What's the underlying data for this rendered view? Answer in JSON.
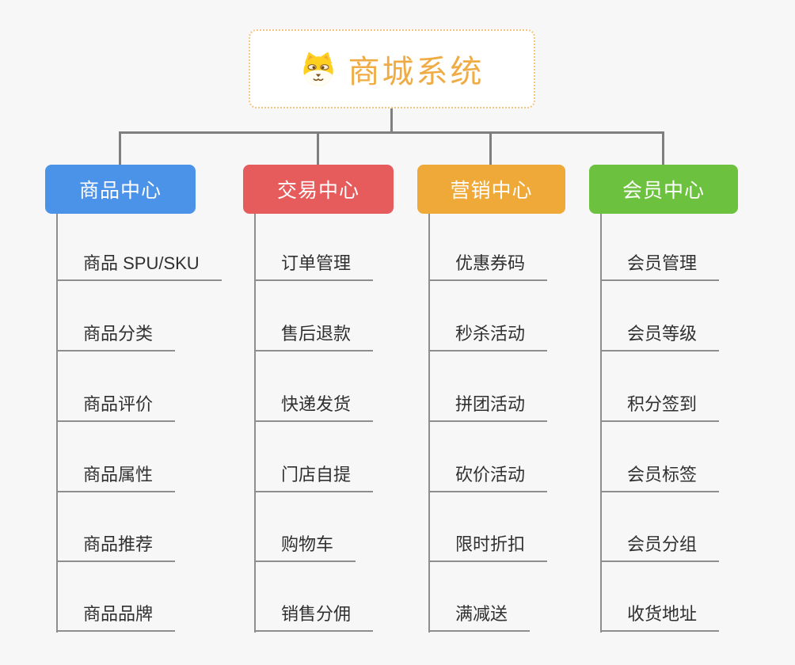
{
  "colors": {
    "background": "#f7f7f7",
    "connector": "#7f7f7f",
    "child_line": "#8e8e8e",
    "leaf_text": "#303030",
    "root_text": "#F0AC44",
    "root_border": "#F3C581",
    "branch_blue": "#4B93E8",
    "branch_red": "#E65C5C",
    "branch_orange": "#EFA938",
    "branch_green": "#6CC13F"
  },
  "root": {
    "title": "商城系统",
    "icon": "dog-face-icon",
    "text_color": "#F0AC44",
    "border_color": "#F3C581",
    "background": "#ffffff"
  },
  "branches": [
    {
      "label": "商品中心",
      "color": "#4B93E8",
      "children": [
        "商品 SPU/SKU",
        "商品分类",
        "商品评价",
        "商品属性",
        "商品推荐",
        "商品品牌"
      ]
    },
    {
      "label": "交易中心",
      "color": "#E65C5C",
      "children": [
        "订单管理",
        "售后退款",
        "快递发货",
        "门店自提",
        "购物车",
        "销售分佣"
      ]
    },
    {
      "label": "营销中心",
      "color": "#EFA938",
      "children": [
        "优惠券码",
        "秒杀活动",
        "拼团活动",
        "砍价活动",
        "限时折扣",
        "满减送"
      ]
    },
    {
      "label": "会员中心",
      "color": "#6CC13F",
      "children": [
        "会员管理",
        "会员等级",
        "积分签到",
        "会员标签",
        "会员分组",
        "收货地址"
      ]
    }
  ]
}
